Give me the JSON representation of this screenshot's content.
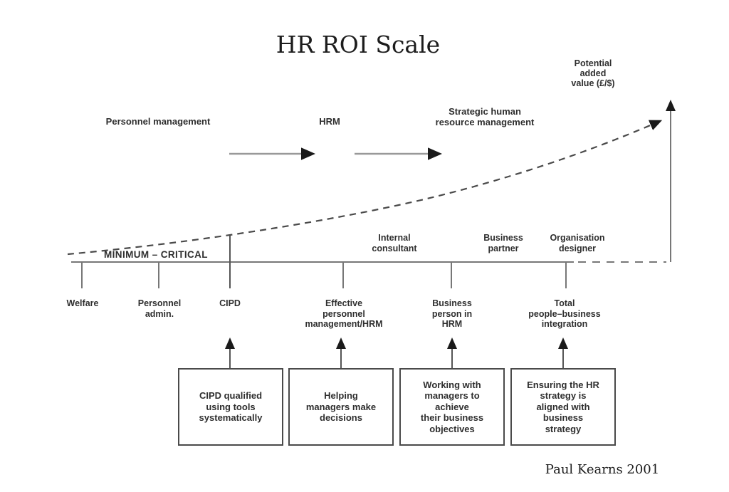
{
  "title": "HR ROI Scale",
  "attribution": "Paul Kearns 2001",
  "value_axis_label": "Potential\nadded\nvalue (£/$)",
  "zone_label": "MINIMUM – CRITICAL",
  "phases": [
    {
      "label": "Personnel management"
    },
    {
      "label": "HRM"
    },
    {
      "label": "Strategic human\nresource management"
    }
  ],
  "roles_above_axis": [
    {
      "label": "Internal\nconsultant"
    },
    {
      "label": "Business\npartner"
    },
    {
      "label": "Organisation\ndesigner"
    }
  ],
  "stages": [
    {
      "label": "Welfare"
    },
    {
      "label": "Personnel\nadmin."
    },
    {
      "label": "CIPD"
    },
    {
      "label": "Effective\npersonnel\nmanagement/HRM"
    },
    {
      "label": "Business\nperson in\nHRM"
    },
    {
      "label": "Total\npeople–business\nintegration"
    }
  ],
  "boxes": [
    {
      "text": "CIPD qualified\nusing tools\nsystematically"
    },
    {
      "text": "Helping\nmanagers make\ndecisions"
    },
    {
      "text": "Working with\nmanagers to\nachieve\ntheir business\nobjectives"
    },
    {
      "text": "Ensuring the HR\nstrategy is\naligned with\nbusiness\nstrategy"
    }
  ],
  "colors": {
    "line_gray": "#777777",
    "curve_gray": "#4a4a4a",
    "arrow_black": "#1a1a1a",
    "text_dark": "#2e2e2e"
  }
}
